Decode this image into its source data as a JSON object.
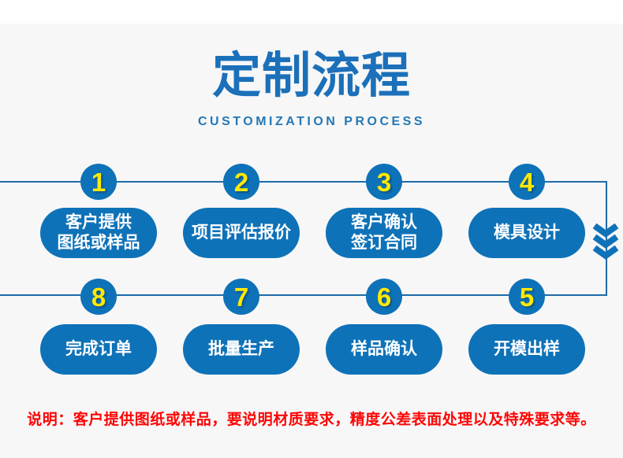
{
  "page": {
    "title": "定制流程",
    "subtitle": "CUSTOMIZATION PROCESS",
    "note": "说明：客户提供图纸或样品，要说明材质要求，精度公差表面处理以及特殊要求等。"
  },
  "steps": [
    {
      "number": "1",
      "lines": [
        "客户提供",
        "图纸或样品"
      ]
    },
    {
      "number": "2",
      "lines": [
        "项目评估报价"
      ]
    },
    {
      "number": "3",
      "lines": [
        "客户确认",
        "签订合同"
      ]
    },
    {
      "number": "4",
      "lines": [
        "模具设计"
      ]
    },
    {
      "number": "8",
      "lines": [
        "完成订单"
      ]
    },
    {
      "number": "7",
      "lines": [
        "批量生产"
      ]
    },
    {
      "number": "6",
      "lines": [
        "样品确认"
      ]
    },
    {
      "number": "5",
      "lines": [
        "开模出样"
      ]
    }
  ],
  "icons": {
    "flow_arrow": "chevron-down-triple-icon"
  },
  "colors": {
    "shape_blue": "#0e72b8",
    "line_blue": "#1d6aa8",
    "title_blue": "#1b70b9",
    "subtitle_blue": "#2478b4",
    "number_yellow": "#ffe900",
    "pill_text": "#ffffff",
    "note_red": "#fe0505",
    "background_gray": "#f7f7f8",
    "top_band_white": "#ffffff"
  }
}
